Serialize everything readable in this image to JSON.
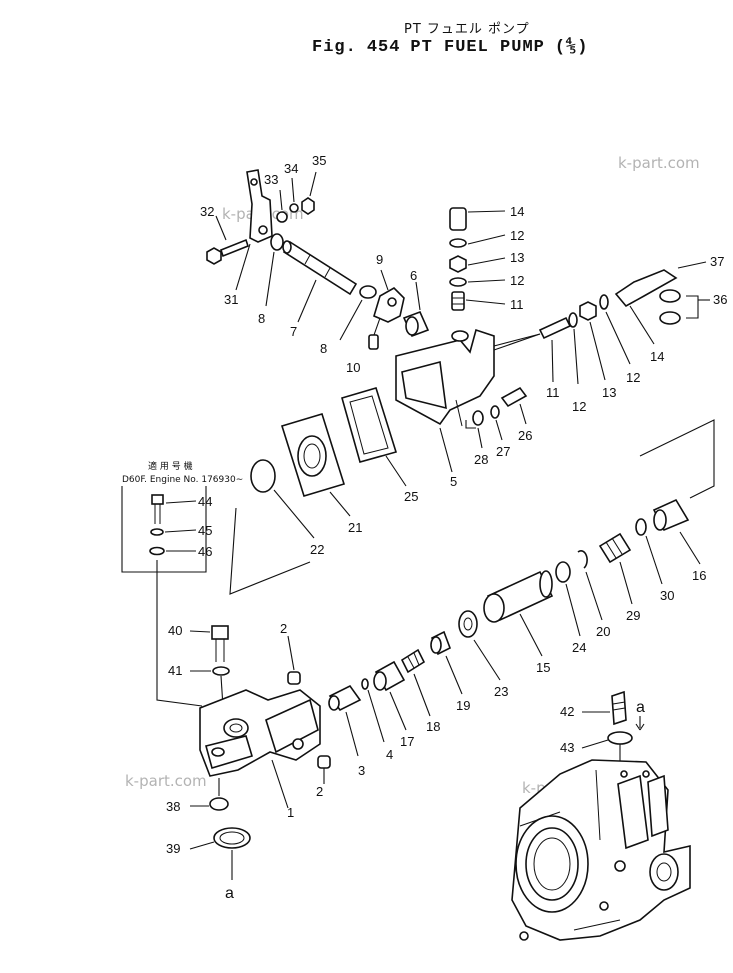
{
  "header": {
    "japanese": "PT フュエル ポンプ",
    "fig_prefix": "Fig.",
    "fig_number": "454",
    "title": "PT FUEL PUMP",
    "sheet": "(⅘)"
  },
  "applicability_box": {
    "heading": "適 用 号 機",
    "engine": "D60F. Engine No. 176930∼"
  },
  "watermark": "k-part.com",
  "callouts": {
    "p1": "1",
    "p2a": "2",
    "p2b": "2",
    "p3": "3",
    "p4": "4",
    "p5": "5",
    "p6": "6",
    "p7": "7",
    "p8a": "8",
    "p8b": "8",
    "p9": "9",
    "p10": "10",
    "p11a": "11",
    "p11b": "11",
    "p12a": "12",
    "p12b": "12",
    "p12c": "12",
    "p12d": "12",
    "p13a": "13",
    "p13b": "13",
    "p14a": "14",
    "p14b": "14",
    "p15": "15",
    "p16": "16",
    "p17": "17",
    "p18": "18",
    "p19": "19",
    "p20": "20",
    "p21": "21",
    "p22": "22",
    "p23": "23",
    "p24": "24",
    "p25": "25",
    "p26": "26",
    "p27": "27",
    "p28": "28",
    "p29": "29",
    "p30": "30",
    "p31": "31",
    "p32": "32",
    "p33": "33",
    "p34": "34",
    "p35": "35",
    "p36": "36",
    "p37": "37",
    "p38": "38",
    "p39": "39",
    "p40": "40",
    "p41": "41",
    "p42": "42",
    "p43": "43",
    "p44": "44",
    "p45": "45",
    "p46": "46",
    "refA1": "a",
    "refA2": "a"
  }
}
